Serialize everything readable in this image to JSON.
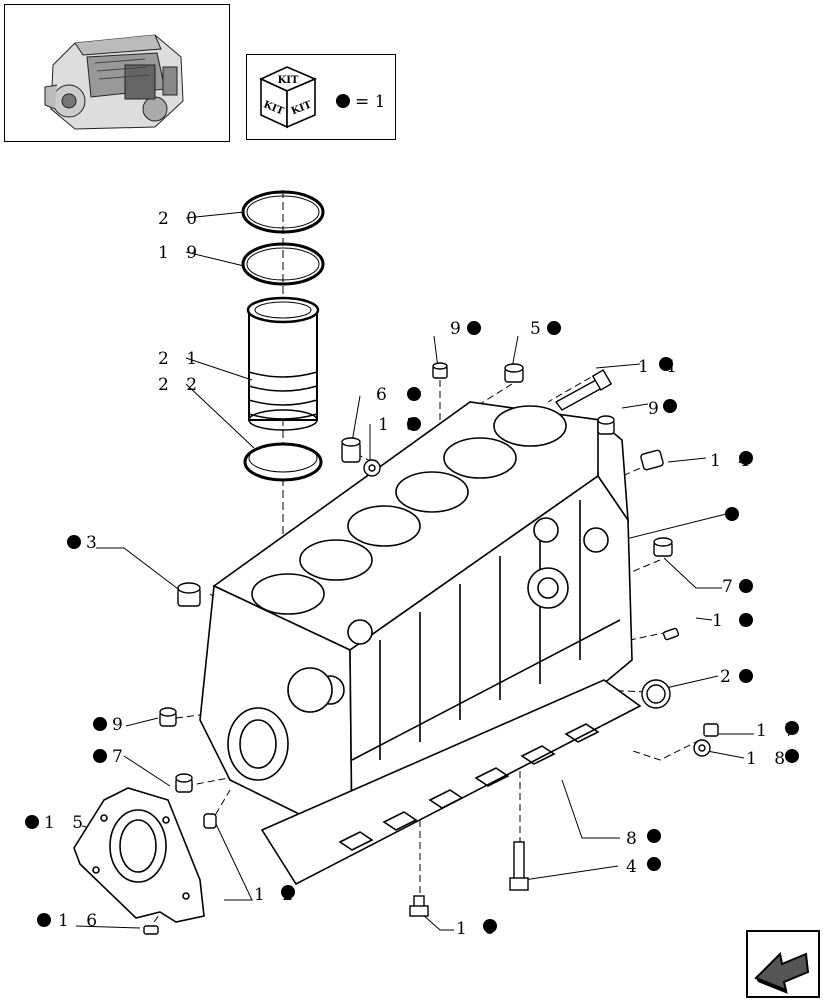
{
  "kit_legend": {
    "kit_label": "KIT",
    "equals_text": "= 1"
  },
  "callouts": {
    "c20": "2 0",
    "c19": "1 9",
    "c21": "2 1",
    "c22": "2 2",
    "c9a": "9",
    "c5": "5",
    "c11": "1 1",
    "c6": "6",
    "c13": "1 3",
    "c9b": "9",
    "c14": "1 4",
    "c3": "3",
    "c7a": "7",
    "c12a": "1 2",
    "c2": "2",
    "c9c": "9",
    "c17": "1 7",
    "c7b": "7",
    "c18": "1 8",
    "c15": "1 5",
    "c8": "8",
    "c4": "4",
    "c12b": "1 2",
    "c16": "1 6",
    "c10": "1 0"
  },
  "nav": {
    "next_arrow_icon": "arrow-icon"
  }
}
